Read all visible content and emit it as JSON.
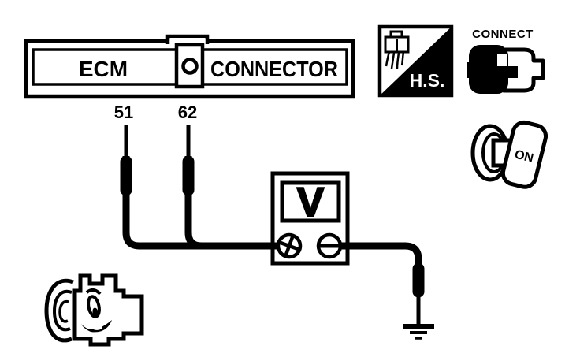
{
  "diagram": {
    "title_hint": "ECM connector voltage check diagram",
    "colors": {
      "ink": "#000000",
      "paper": "#ffffff"
    },
    "ecm_connector": {
      "left_label": "ECM",
      "right_label": "CONNECTOR",
      "pins": [
        {
          "number": "51"
        },
        {
          "number": "62"
        }
      ]
    },
    "voltmeter": {
      "display": "V",
      "positive_symbol": "+",
      "negative_symbol": "−"
    },
    "badges": {
      "harness_side": {
        "label": "H.S."
      },
      "connect": {
        "label": "CONNECT"
      },
      "ignition_key": {
        "label": "ON"
      }
    }
  }
}
